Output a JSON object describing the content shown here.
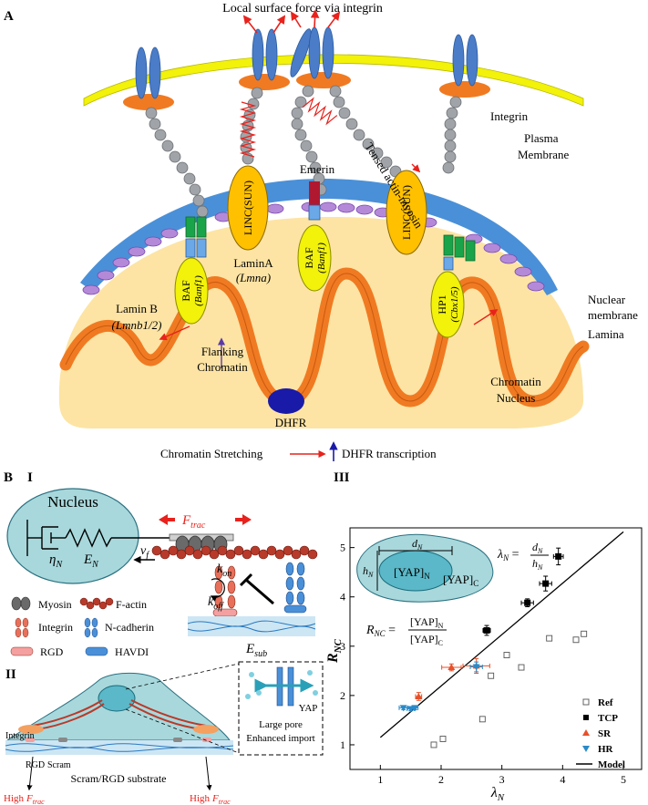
{
  "panelA": {
    "label": "A",
    "title": "Local surface force via integrin",
    "integrin": "Integrin",
    "plasma_membrane_1": "Plasma",
    "plasma_membrane_2": "Membrane",
    "tensed_actin": "Tensed actin-myosin",
    "linc": "LINC(SUN)",
    "emerin": "Emerin",
    "laminA": "LaminA",
    "lmna": "(Lmna)",
    "baf": "BAF",
    "banf1": "(Banf1)",
    "hp1": "HP1",
    "cbx15": "(Cbx1/5)",
    "laminB": "Lamin B",
    "lmnb": "(Lmnb1/2)",
    "nuclear_membrane_1": "Nuclear",
    "nuclear_membrane_2": "membrane",
    "lamina": "Lamina",
    "flanking_1": "Flanking",
    "flanking_2": "Chromatin",
    "dhfr": "DHFR",
    "chromatin": "Chromatin",
    "nucleus": "Nucleus",
    "legend_left": "Chromatin Stretching",
    "legend_right": "DHFR transcription"
  },
  "panelB": {
    "label": "B",
    "sub_I": "I",
    "sub_II": "II",
    "sub_III": "III",
    "nucleus": "Nucleus",
    "f_trac": "F",
    "f_trac_sub": "trac",
    "eta": "η",
    "eta_sub": "N",
    "E": "E",
    "E_sub": "N",
    "vf": "v",
    "vf_sub": "f",
    "kon": "k",
    "kon_sub": "on",
    "koff": "k",
    "koff_sub": "off",
    "esub": "E",
    "esub_sub": "sub",
    "myosin": "Myosin",
    "factin": "F-actin",
    "integrin": "Integrin",
    "ncadherin": "N-cadherin",
    "rgd": "RGD",
    "havdi": "HAVDI",
    "yap": "YAP",
    "large_pore": "Large pore",
    "enhanced_import": "Enhanced import",
    "integrin_small": "Integrin",
    "rgd_small": "RGD",
    "scram_small": "Scram",
    "substrate": "Scram/RGD substrate",
    "high": "High",
    "high_F": "F",
    "high_sub": "trac"
  },
  "colors": {
    "integrin_blue": "#4a7cc7",
    "membrane_yellow": "#f2f20a",
    "orange": "#f07a22",
    "nucleus_fill": "#fde4a4",
    "linc_yellow": "#ffc000",
    "green": "#1aa44a",
    "purple": "#b48ad8",
    "red_arrow": "#e8221c",
    "dhfr_blue": "#1a1aa8",
    "nuc_membrane_blue": "#4a90d8",
    "cell_fill": "#a8d8dc",
    "model_line": "#000000",
    "sr_color": "#e8502a",
    "hr_color": "#2a8ac8"
  },
  "chart_data": {
    "type": "scatter",
    "title": "",
    "xlabel": "λ_N",
    "ylabel": "R_NC",
    "xlim": [
      0.5,
      5.3
    ],
    "ylim": [
      0.5,
      5.4
    ],
    "xticks": [
      "1",
      "2",
      "3",
      "4",
      "5"
    ],
    "yticks": [
      "1",
      "2",
      "3",
      "4",
      "5"
    ],
    "inset_formula_lambda": "λ_N = d_N / h_N",
    "inset_formula_R": "R_NC = [YAP]_N / [YAP]_C",
    "inset_labels": [
      "d_N",
      "h_N",
      "[YAP]_N",
      "[YAP]_C"
    ],
    "legend_position": "lower-right",
    "series": [
      {
        "name": "Ref",
        "marker": "open-square",
        "x": [
          1.88,
          2.03,
          2.68,
          2.82,
          3.08,
          3.32,
          3.78,
          4.22,
          4.35
        ],
        "y": [
          1.0,
          1.12,
          1.52,
          2.4,
          2.82,
          2.57,
          3.16,
          3.13,
          3.25
        ]
      },
      {
        "name": "TCP",
        "marker": "filled-square",
        "x": [
          2.75,
          3.42,
          3.72,
          3.93
        ],
        "y": [
          3.32,
          3.88,
          4.27,
          4.82
        ],
        "xerr": [
          0.06,
          0.1,
          0.1,
          0.08
        ],
        "yerr": [
          0.1,
          0.08,
          0.15,
          0.17
        ]
      },
      {
        "name": "SR",
        "marker": "triangle-up",
        "x": [
          1.63,
          2.17,
          2.58
        ],
        "y": [
          1.98,
          2.57,
          2.6
        ],
        "xerr": [
          0.05,
          0.16,
          0.22
        ],
        "yerr": [
          0.08,
          0.07,
          0.15
        ]
      },
      {
        "name": "HR",
        "marker": "triangle-down",
        "x": [
          1.38,
          1.5,
          1.57,
          2.58
        ],
        "y": [
          1.75,
          1.73,
          1.75,
          2.58
        ],
        "xerr": [
          0.07,
          0.06,
          0.05,
          0.1
        ],
        "yerr": [
          0.04,
          0.04,
          0.04,
          0.1
        ]
      },
      {
        "name": "Model",
        "marker": "line",
        "x": [
          1.0,
          5.0
        ],
        "y": [
          1.15,
          5.32
        ]
      }
    ]
  }
}
